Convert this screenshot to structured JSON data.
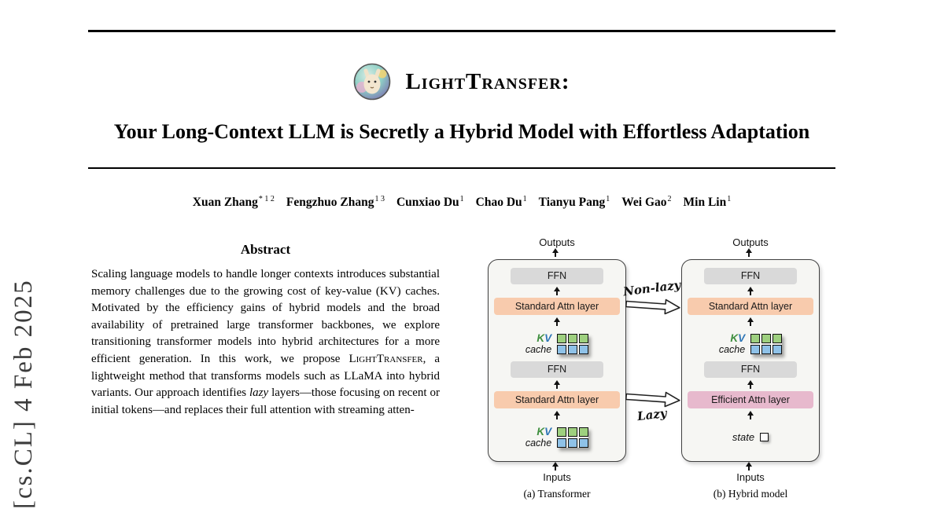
{
  "banner": {
    "text": "[cs.CL]  4 Feb 2025"
  },
  "header": {
    "title": "LightTransfer:",
    "subtitle": "Your Long-Context LLM is Secretly a Hybrid Model with Effortless Adaptation"
  },
  "authors": [
    {
      "name": "Xuan Zhang",
      "sup": "* 1 2"
    },
    {
      "name": "Fengzhuo Zhang",
      "sup": "1 3"
    },
    {
      "name": "Cunxiao Du",
      "sup": "1"
    },
    {
      "name": "Chao Du",
      "sup": "1"
    },
    {
      "name": "Tianyu Pang",
      "sup": "1"
    },
    {
      "name": "Wei Gao",
      "sup": "2"
    },
    {
      "name": "Min Lin",
      "sup": "1"
    }
  ],
  "abstract": {
    "heading": "Abstract",
    "p1": "Scaling language models to handle longer contexts introduces substantial memory challenges due to the growing cost of key-value (KV) caches. Motivated by the efficiency gains of hybrid models and the broad availability of pretrained large transformer backbones, we explore transitioning transformer models into hybrid architectures for a more efficient generation. In this work, we propose ",
    "p2_smallcaps": "LightTransfer",
    "p3": ", a lightweight method that transforms models such as LLaMA into hybrid variants. Our approach identifies ",
    "p4_italic": "lazy",
    "p5": " layers—those focusing on recent or initial tokens—and replaces their full attention with streaming atten-"
  },
  "diagram": {
    "labels": {
      "outputs": "Outputs",
      "inputs": "Inputs",
      "ffn": "FFN",
      "standard_attn": "Standard Attn layer",
      "efficient_attn": "Efficient Attn layer",
      "kv_k": "K",
      "kv_v": "V",
      "cache": "cache",
      "state": "state",
      "non_lazy": "Non-lazy",
      "lazy": "Lazy"
    },
    "captions": {
      "a": "(a) Transformer",
      "b": "(b) Hybrid model"
    },
    "colors": {
      "standard_attn_bg": "#f8cbad",
      "efficient_attn_bg": "#e7b9cd",
      "ffn_bg": "#d9d9d9",
      "cache_green": "#9ed07f",
      "cache_blue": "#8fc2e8",
      "kv_k_color": "#3f8f3f",
      "kv_v_color": "#2e75b6"
    }
  }
}
